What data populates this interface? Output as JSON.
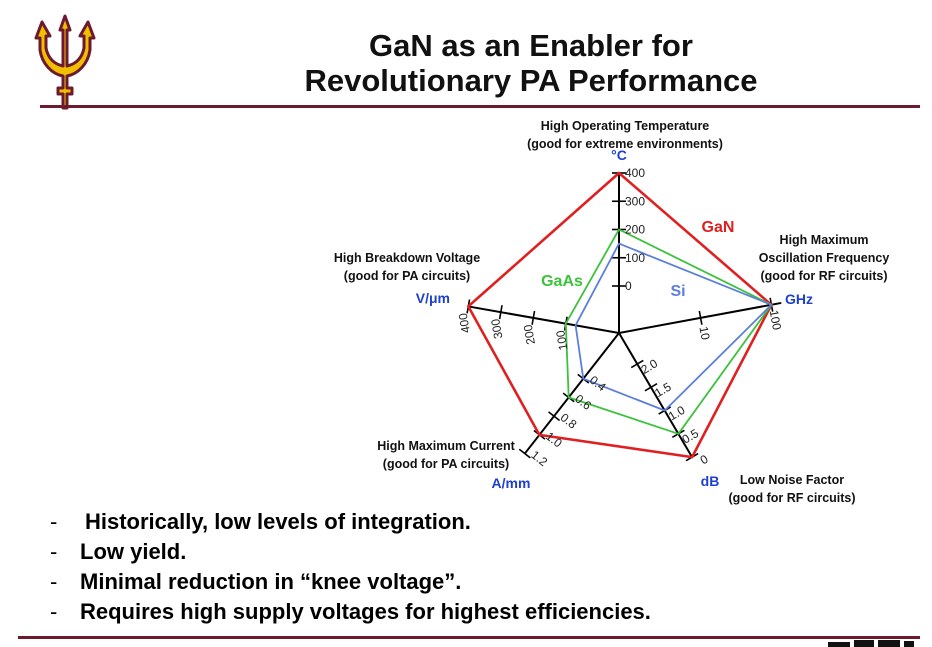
{
  "slide": {
    "title_line1": "GaN as an Enabler for",
    "title_line2": "Revolutionary PA Performance",
    "bullet_marker": "-",
    "bullets": [
      "Historically, low levels of integration.",
      "Low yield.",
      "Minimal reduction in “knee voltage”.",
      "Requires high supply voltages for highest efficiencies."
    ],
    "logo_icon": "pitchfork-logo-icon",
    "footer_logo_icon": "university-wordmark-icon",
    "colors": {
      "accent": "#6d1a2e",
      "logo_gold": "#f0c000"
    }
  },
  "chart_data": {
    "type": "radar",
    "axes": [
      {
        "name_lines": [
          "High Operating Temperature",
          "(good for extreme environments)"
        ],
        "unit": "°C",
        "ticks": [
          "0",
          "100",
          "200",
          "300",
          "400"
        ],
        "tick_values": [
          0,
          100,
          200,
          300,
          400
        ]
      },
      {
        "name_lines": [
          "High Maximum",
          "Oscillation Frequency",
          "(good for RF circuits)"
        ],
        "unit": "GHz",
        "ticks": [
          "10",
          "100"
        ],
        "tick_values": [
          10,
          100
        ]
      },
      {
        "name_lines": [
          "Low Noise Factor",
          "(good for RF circuits)"
        ],
        "unit": "dB",
        "ticks": [
          "2.0",
          "1.5",
          "1.0",
          "0.5",
          "0"
        ],
        "tick_values": [
          2.0,
          1.5,
          1.0,
          0.5,
          0
        ]
      },
      {
        "name_lines": [
          "High Maximum Current",
          "(good for PA circuits)"
        ],
        "unit": "A/mm",
        "ticks": [
          "0.4",
          "0.6",
          "0.8",
          "1.0",
          "1.2"
        ],
        "tick_values": [
          0.4,
          0.6,
          0.8,
          1.0,
          1.2
        ]
      },
      {
        "name_lines": [
          "High Breakdown Voltage",
          "(good for PA circuits)"
        ],
        "unit": "V/μm",
        "ticks": [
          "100",
          "200",
          "300",
          "400"
        ],
        "tick_values": [
          100,
          200,
          300,
          400
        ]
      }
    ],
    "series": [
      {
        "name": "GaN",
        "color": "#e02020",
        "values": [
          400,
          100,
          0,
          1.0,
          400
        ]
      },
      {
        "name": "GaAs",
        "color": "#3cc23c",
        "values": [
          200,
          100,
          0.5,
          0.6,
          100
        ]
      },
      {
        "name": "Si",
        "color": "#5b7fdb",
        "values": [
          150,
          100,
          1.0,
          0.4,
          70
        ]
      }
    ]
  }
}
